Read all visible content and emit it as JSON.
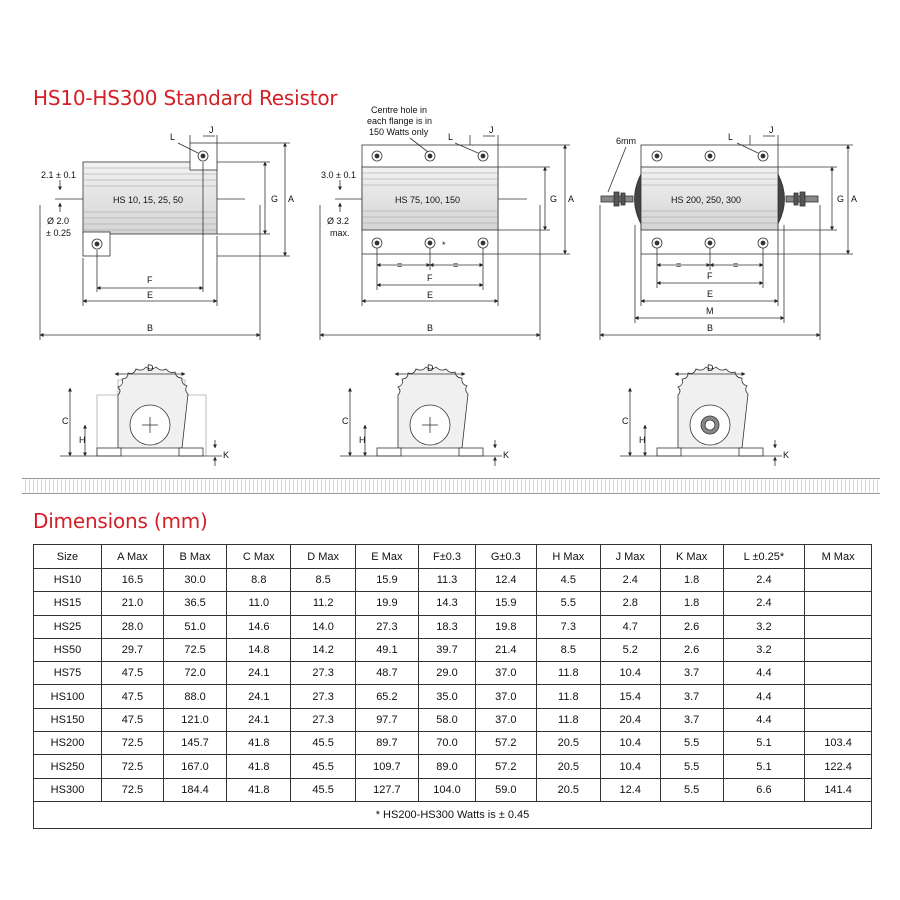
{
  "titles": {
    "drawings": "HS10-HS300 Standard Resistor",
    "dimensions": "Dimensions (mm)"
  },
  "drawings": {
    "small": {
      "model": "HS 10, 15, 25, 50",
      "lead_length": "2.1 ± 0.1",
      "hole_dia_1": "Ø 2.0",
      "hole_dia_2": "± 0.25"
    },
    "medium": {
      "model": "HS 75, 100, 150",
      "lead_length": "3.0 ± 0.1",
      "hole_dia_1": "Ø 3.2",
      "hole_dia_2": "max.",
      "note_1": "Centre hole in",
      "note_2": "each flange is in",
      "note_3": "150 Watts only",
      "star": "*"
    },
    "large": {
      "model": "HS 200, 250, 300",
      "stud": "6mm"
    },
    "dim_letters": {
      "A": "A",
      "B": "B",
      "C": "C",
      "D": "D",
      "E": "E",
      "F": "F",
      "G": "G",
      "H": "H",
      "J": "J",
      "K": "K",
      "L": "L",
      "M": "M",
      "eq": "="
    }
  },
  "table": {
    "headers": [
      "Size",
      "A Max",
      "B Max",
      "C Max",
      "D Max",
      "E Max",
      "F±0.3",
      "G±0.3",
      "H Max",
      "J Max",
      "K Max",
      "L ±0.25*",
      "M Max"
    ],
    "rows": [
      [
        "HS10",
        "16.5",
        "30.0",
        "8.8",
        "8.5",
        "15.9",
        "11.3",
        "12.4",
        "4.5",
        "2.4",
        "1.8",
        "2.4",
        ""
      ],
      [
        "HS15",
        "21.0",
        "36.5",
        "11.0",
        "11.2",
        "19.9",
        "14.3",
        "15.9",
        "5.5",
        "2.8",
        "1.8",
        "2.4",
        ""
      ],
      [
        "HS25",
        "28.0",
        "51.0",
        "14.6",
        "14.0",
        "27.3",
        "18.3",
        "19.8",
        "7.3",
        "4.7",
        "2.6",
        "3.2",
        ""
      ],
      [
        "HS50",
        "29.7",
        "72.5",
        "14.8",
        "14.2",
        "49.1",
        "39.7",
        "21.4",
        "8.5",
        "5.2",
        "2.6",
        "3.2",
        ""
      ],
      [
        "HS75",
        "47.5",
        "72.0",
        "24.1",
        "27.3",
        "48.7",
        "29.0",
        "37.0",
        "11.8",
        "10.4",
        "3.7",
        "4.4",
        ""
      ],
      [
        "HS100",
        "47.5",
        "88.0",
        "24.1",
        "27.3",
        "65.2",
        "35.0",
        "37.0",
        "11.8",
        "15.4",
        "3.7",
        "4.4",
        ""
      ],
      [
        "HS150",
        "47.5",
        "121.0",
        "24.1",
        "27.3",
        "97.7",
        "58.0",
        "37.0",
        "11.8",
        "20.4",
        "3.7",
        "4.4",
        ""
      ],
      [
        "HS200",
        "72.5",
        "145.7",
        "41.8",
        "45.5",
        "89.7",
        "70.0",
        "57.2",
        "20.5",
        "10.4",
        "5.5",
        "5.1",
        "103.4"
      ],
      [
        "HS250",
        "72.5",
        "167.0",
        "41.8",
        "45.5",
        "109.7",
        "89.0",
        "57.2",
        "20.5",
        "10.4",
        "5.5",
        "5.1",
        "122.4"
      ],
      [
        "HS300",
        "72.5",
        "184.4",
        "41.8",
        "45.5",
        "127.7",
        "104.0",
        "59.0",
        "20.5",
        "12.4",
        "5.5",
        "6.6",
        "141.4"
      ]
    ],
    "footnote": "* HS200-HS300 Watts is ± 0.45"
  },
  "colors": {
    "title": "#d31f26",
    "body": "#dcdcdc",
    "line": "#333333"
  }
}
